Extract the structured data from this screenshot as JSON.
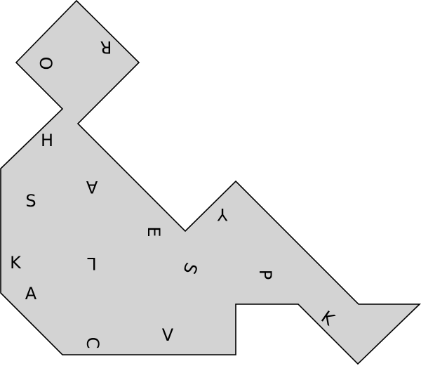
{
  "colors": {
    "fill": "#d3d3d3",
    "stroke": "#000000",
    "background": "#ffffff"
  },
  "letters": [
    {
      "id": "letter-r",
      "text": "R",
      "rotation": 180
    },
    {
      "id": "letter-o",
      "text": "O",
      "rotation": 90
    },
    {
      "id": "letter-h",
      "text": "H",
      "rotation": 0
    },
    {
      "id": "letter-s-left",
      "text": "S",
      "rotation": 0
    },
    {
      "id": "letter-a-upper",
      "text": "A",
      "rotation": 180
    },
    {
      "id": "letter-e",
      "text": "E",
      "rotation": 90
    },
    {
      "id": "letter-y",
      "text": "Y",
      "rotation": 180
    },
    {
      "id": "letter-k-left",
      "text": "K",
      "rotation": 0
    },
    {
      "id": "letter-l",
      "text": "L",
      "rotation": 180
    },
    {
      "id": "letter-s-mid",
      "text": "S",
      "rotation": 110
    },
    {
      "id": "letter-p",
      "text": "P",
      "rotation": 90
    },
    {
      "id": "letter-a-lower",
      "text": "A",
      "rotation": 0
    },
    {
      "id": "letter-k-right",
      "text": "K",
      "rotation": 35
    },
    {
      "id": "letter-v",
      "text": "V",
      "rotation": 0
    },
    {
      "id": "letter-c",
      "text": "C",
      "rotation": 90
    }
  ]
}
